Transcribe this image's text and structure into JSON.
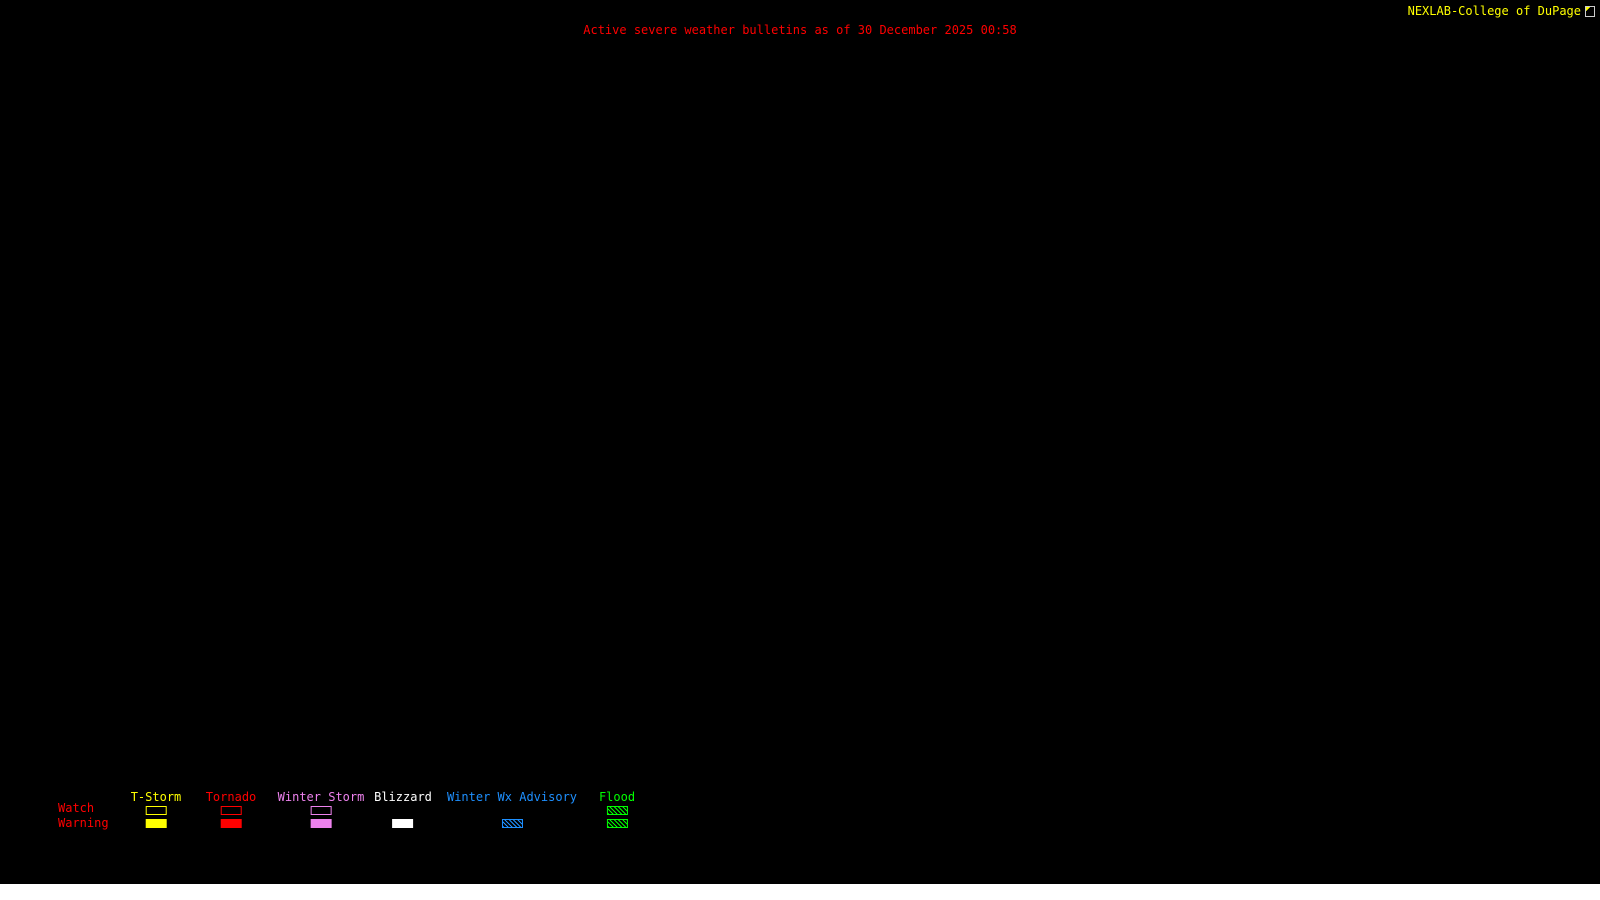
{
  "page": {
    "background_color": "#000000",
    "bottom_strip_color": "#ffffff"
  },
  "header": {
    "bulletin_text": "Active severe weather bulletins as of 30 December 2025 00:58",
    "bulletin_color": "#ff0000",
    "brand_text": "NEXLAB-College of DuPage",
    "brand_color": "#ffff00",
    "brand_icon": "small-image-icon"
  },
  "legend": {
    "row_labels": {
      "watch": "Watch",
      "warning": "Warning",
      "color": "#ff0000"
    },
    "columns": [
      {
        "label": "T-Storm",
        "color": "#ffff00",
        "watch_style": "outline",
        "warning_style": "filled"
      },
      {
        "label": "Tornado",
        "color": "#ff0000",
        "watch_style": "outline",
        "warning_style": "filled"
      },
      {
        "label": "Winter Storm",
        "color": "#ee82ee",
        "watch_style": "outline",
        "warning_style": "filled"
      },
      {
        "label": "Blizzard",
        "color": "#ffffff",
        "watch_style": "none",
        "warning_style": "filled"
      },
      {
        "label": "Winter Wx Advisory",
        "color": "#1e90ff",
        "watch_style": "none",
        "warning_style": "hatched"
      },
      {
        "label": "Flood",
        "color": "#00ff00",
        "watch_style": "hatched",
        "warning_style": "hatched"
      }
    ]
  }
}
